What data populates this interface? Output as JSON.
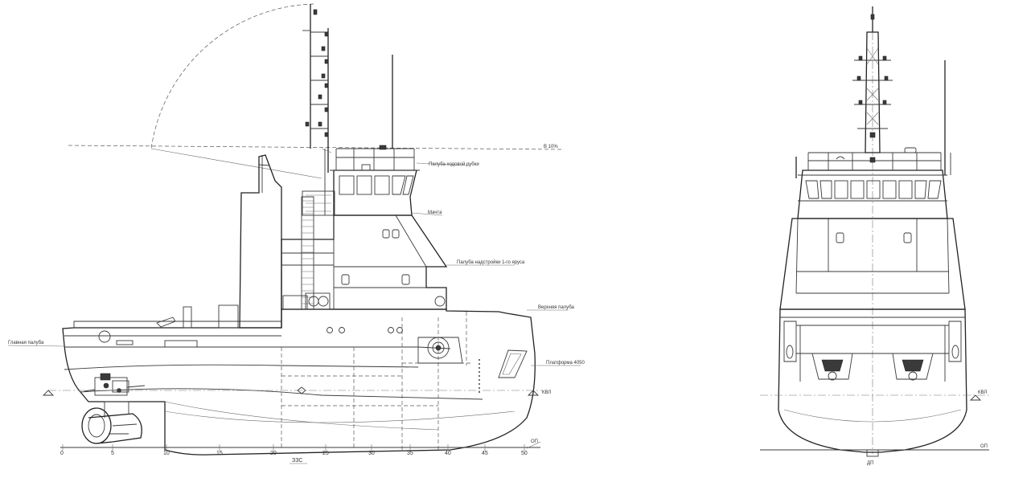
{
  "side_view": {
    "labels": {
      "main_deck": "Главная палуба",
      "wheelhouse_top": "Палуба ходовой рубки",
      "mast": "Мачта",
      "deckhouse_tier1": "Палуба надстройки 1-го яруса",
      "upper_deck": "Верхняя палуба",
      "platform": "Платформа 4050",
      "waterline": "КВЛ",
      "baseline": "ОП",
      "height_mark": "В 10%"
    },
    "frame_numbers": [
      "0",
      "5",
      "10",
      "15",
      "20",
      "25",
      "30",
      "35",
      "40",
      "45",
      "50"
    ],
    "frame_marker": "ЗЗС"
  },
  "front_view": {
    "labels": {
      "waterline": "КВЛ",
      "baseline": "ОП",
      "keel_mark": "ДП"
    }
  }
}
